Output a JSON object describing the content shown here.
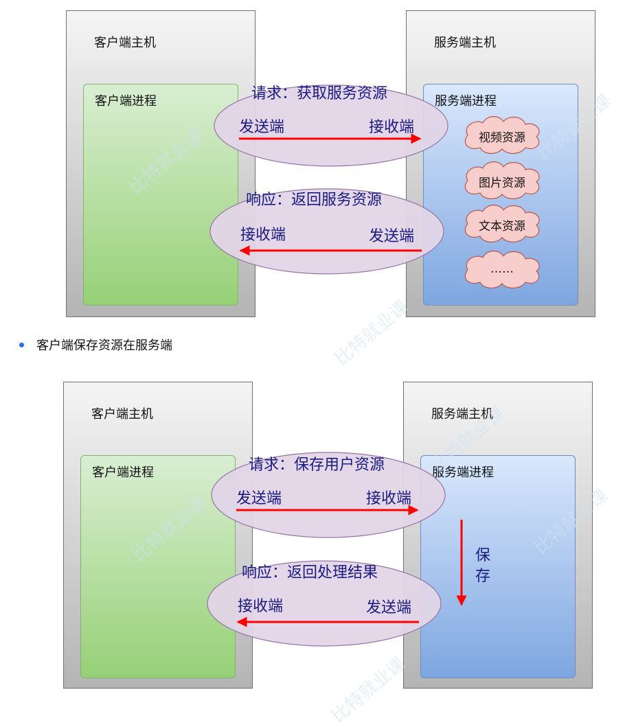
{
  "watermark": "比特就业课",
  "diagram1": {
    "client_host": "客户端主机",
    "client_process": "客户端进程",
    "server_host": "服务端主机",
    "server_process": "服务端进程",
    "request": {
      "title": "请求：获取服务资源",
      "left": "发送端",
      "right": "接收端"
    },
    "response": {
      "title": "响应：返回服务资源",
      "left": "接收端",
      "right": "发送端"
    },
    "resources": [
      "视频资源",
      "图片资源",
      "文本资源",
      "……"
    ]
  },
  "bullet": "客户端保存资源在服务端",
  "diagram2": {
    "client_host": "客户端主机",
    "client_process": "客户端进程",
    "server_host": "服务端主机",
    "server_process": "服务端进程",
    "request": {
      "title": "请求：保存用户资源",
      "left": "发送端",
      "right": "接收端"
    },
    "response": {
      "title": "响应：返回处理结果",
      "left": "接收端",
      "right": "发送端"
    },
    "save_chars": [
      "保",
      "存"
    ]
  },
  "colors": {
    "arrow": "#ff0000",
    "ellipse_fill": "#e1d5e7",
    "ellipse_stroke": "#9673a6",
    "cloud_fill": "#f8cecc",
    "cloud_stroke": "#b85450",
    "message_text": "#1a1a80"
  }
}
